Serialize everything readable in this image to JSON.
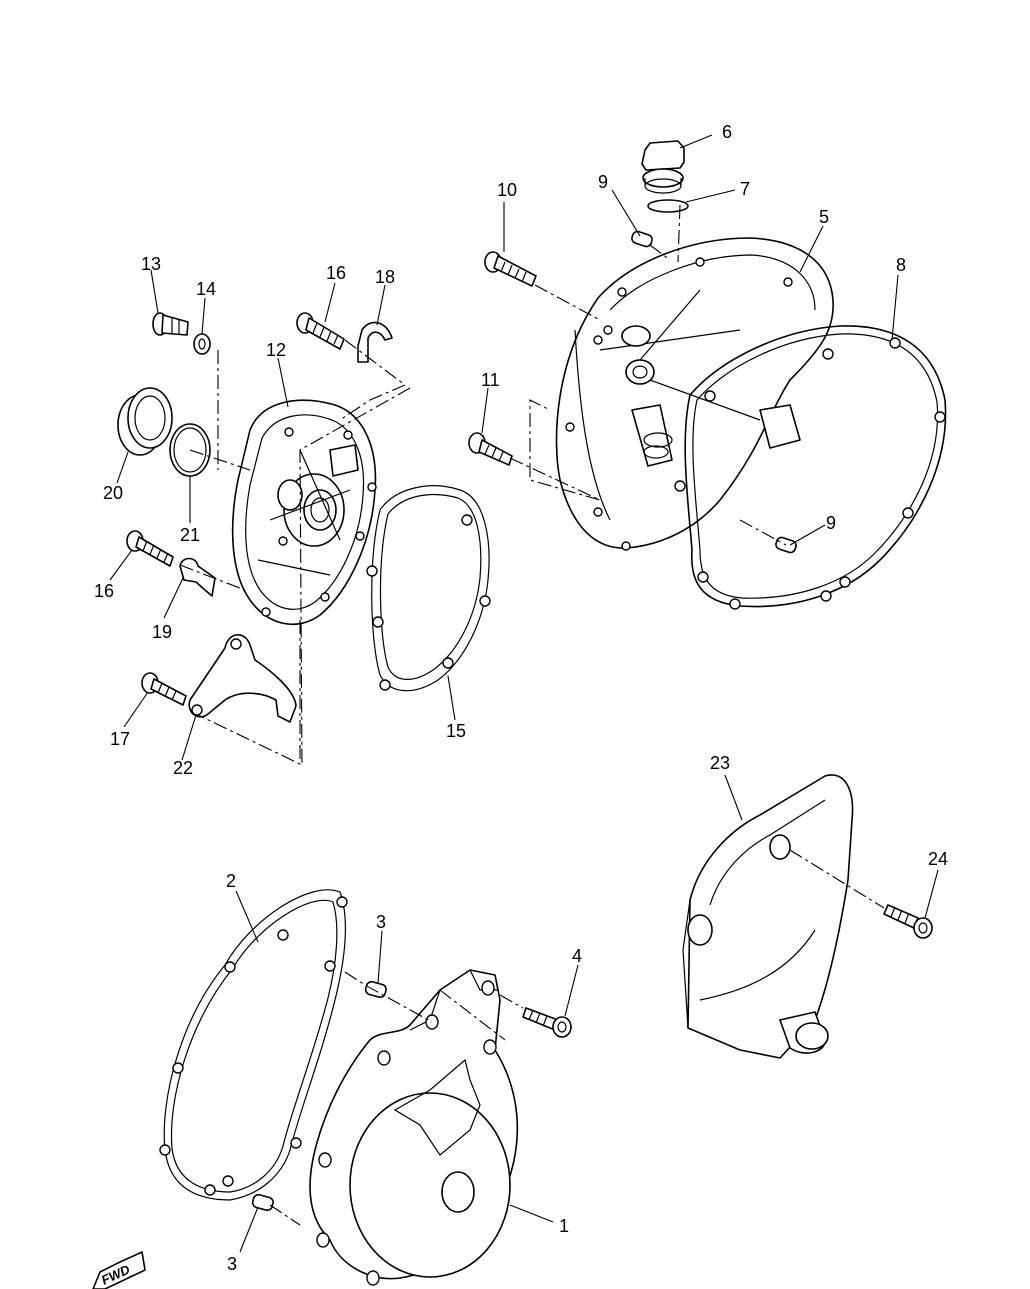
{
  "callouts": [
    "6",
    "7",
    "9",
    "10",
    "5",
    "8",
    "13",
    "16",
    "18",
    "14",
    "12",
    "11",
    "20",
    "21",
    "9",
    "16",
    "19",
    "15",
    "17",
    "22",
    "23",
    "24",
    "2",
    "3",
    "4",
    "1",
    "3"
  ],
  "fwd_mark": "FWD"
}
